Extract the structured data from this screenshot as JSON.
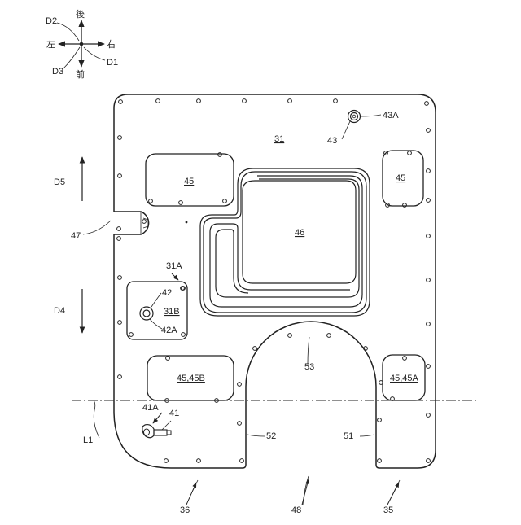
{
  "direction_indicator": {
    "rear": "後",
    "front": "前",
    "left": "左",
    "right": "右",
    "d1": "D1",
    "d2": "D2",
    "d3": "D3"
  },
  "labels": {
    "plate": "31",
    "plate_region": "31A",
    "region_b": "31B",
    "fitting": "42",
    "fitting_hole": "42A",
    "port": "43",
    "port_inner": "43A",
    "pad_upper_left": "45",
    "pad_upper_right": "45",
    "pad_lower_left": "45,45B",
    "pad_lower_right": "45,45A",
    "center_frame": "46",
    "notch": "47",
    "arrow_d5": "D5",
    "arrow_d4": "D4",
    "line_l1": "L1",
    "bolt": "41",
    "bolt_head": "41A",
    "arch": "53",
    "edge_left": "52",
    "edge_right": "51",
    "side_left": "36",
    "opening": "48",
    "side_right": "35"
  }
}
